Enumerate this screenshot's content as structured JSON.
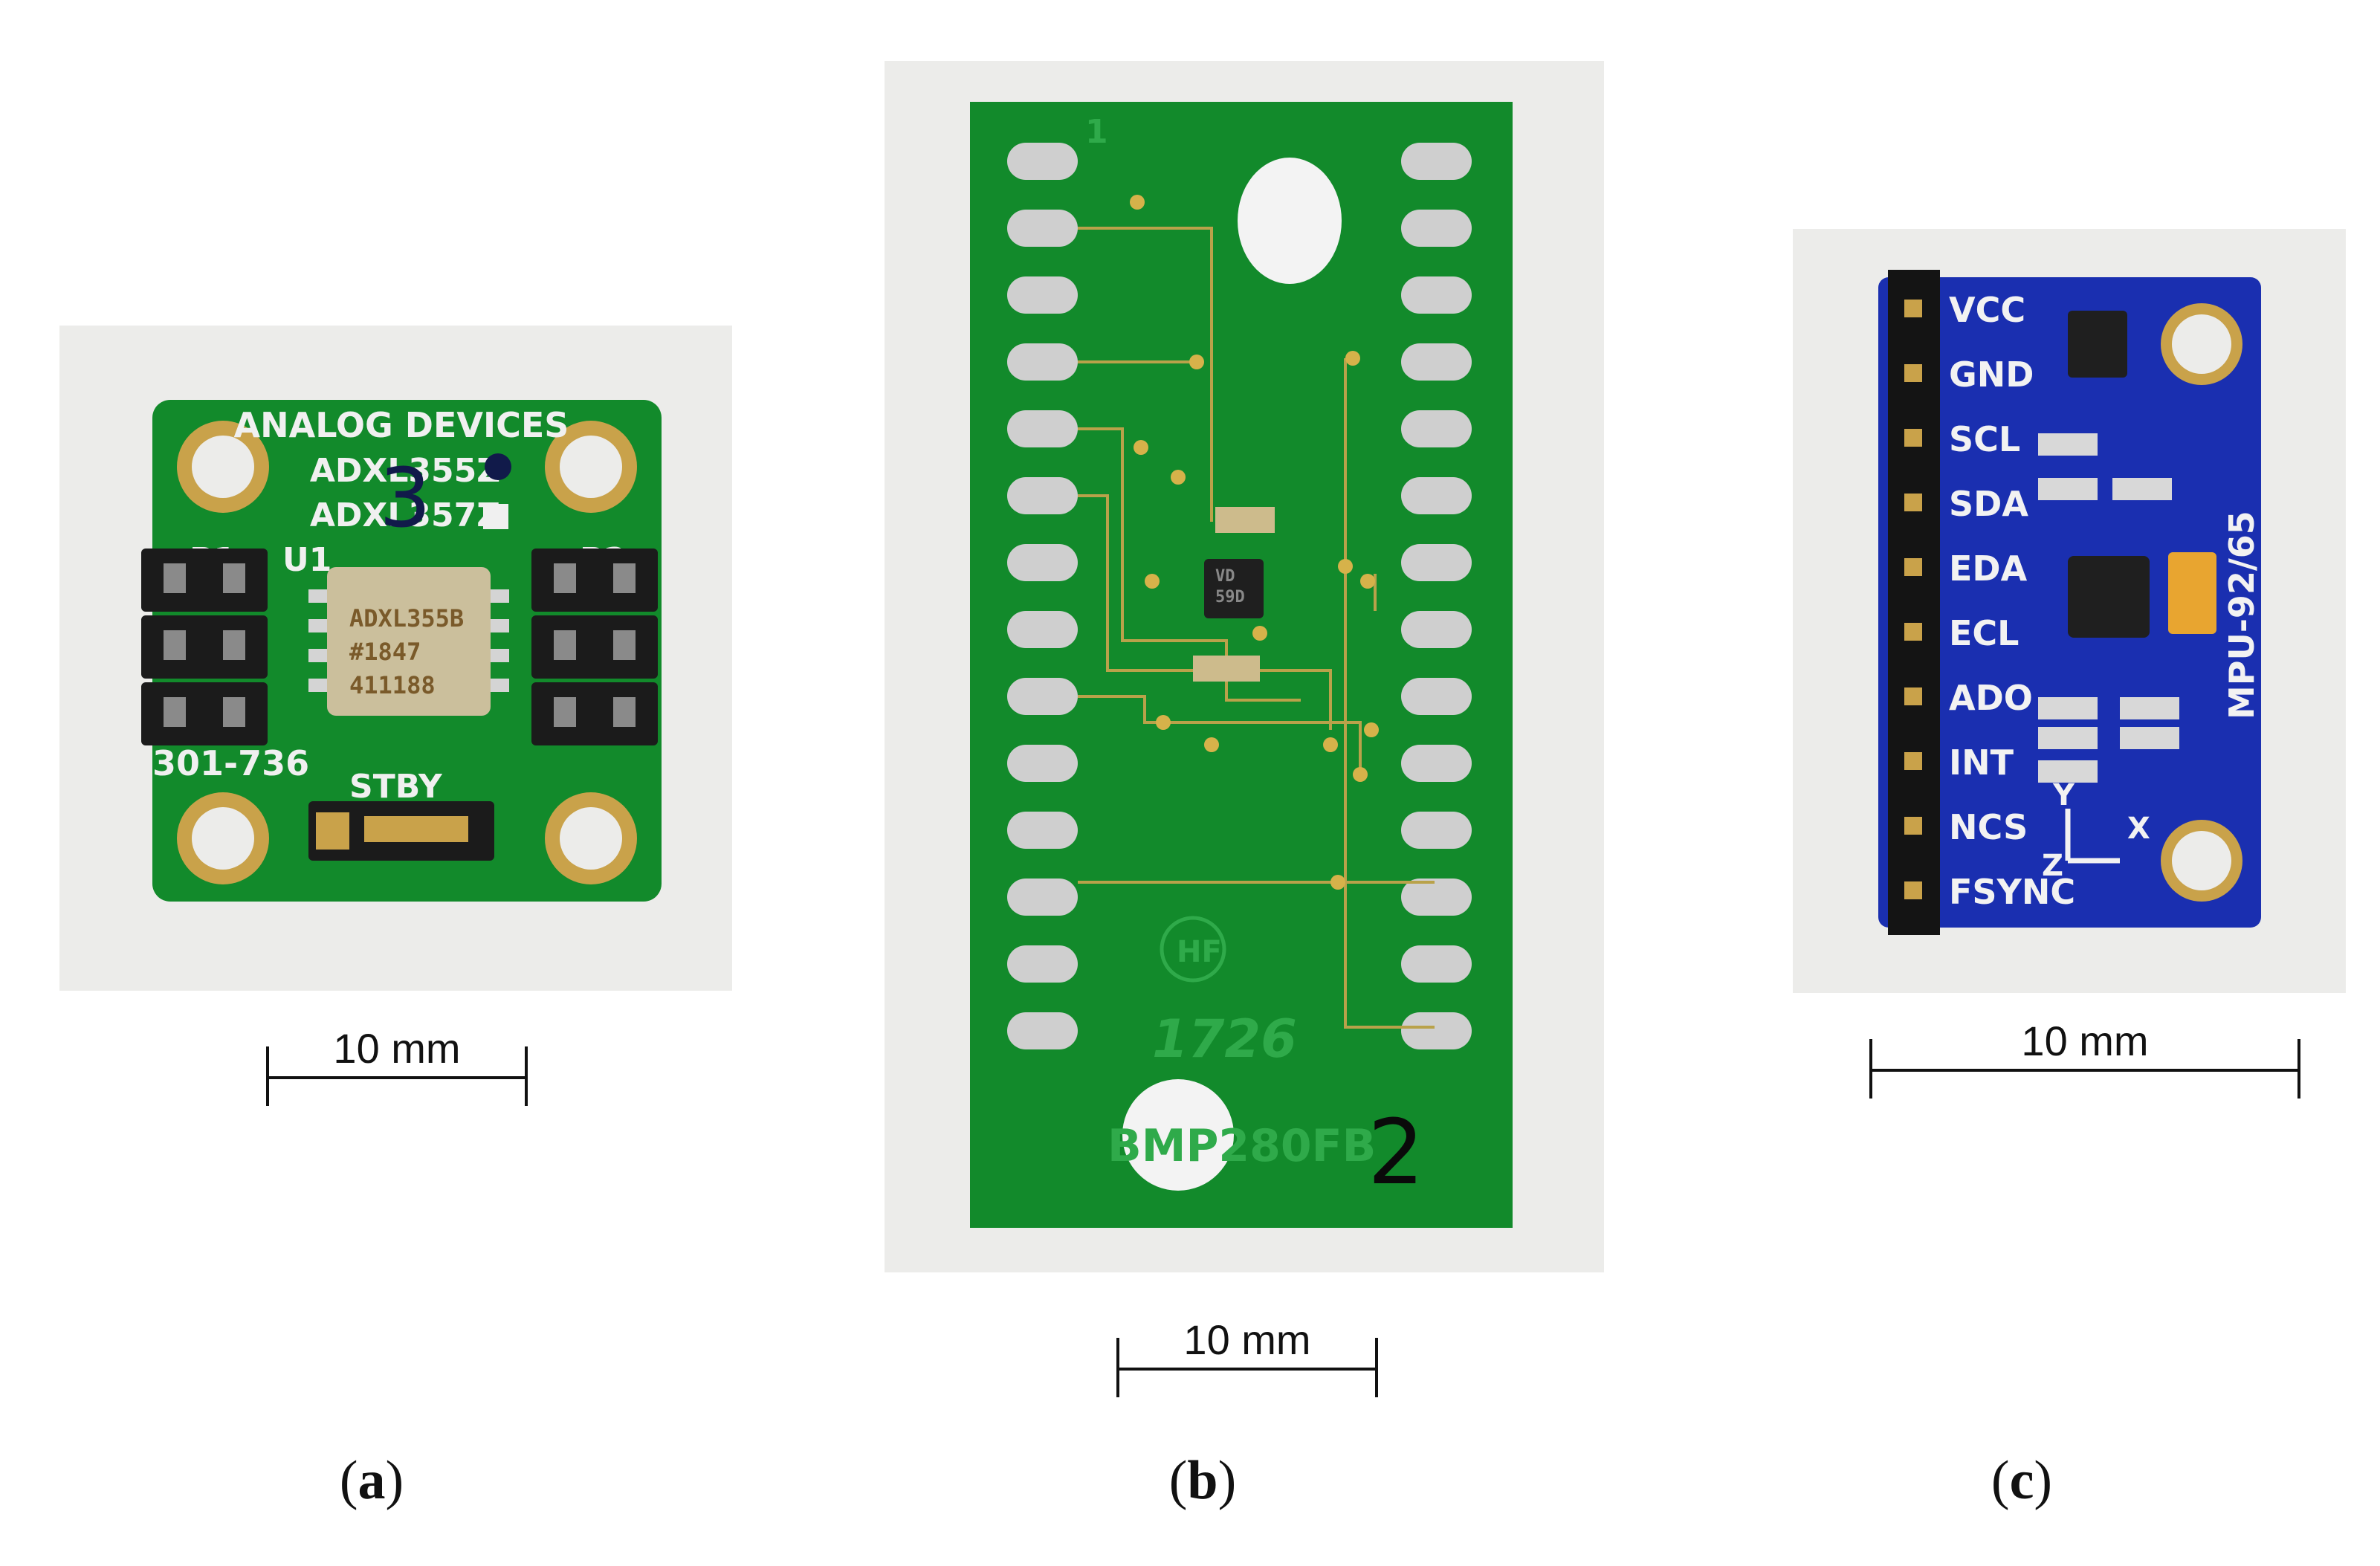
{
  "panels": [
    {
      "label_open": "(",
      "label_letter": "a",
      "label_close": ")",
      "scale_text": "10 mm",
      "board": {
        "brand": "ANALOG DEVICES",
        "part1": "ADXL355Z",
        "part2": "ADXL357Z",
        "handwritten_mark": "3",
        "left_header": "P1",
        "right_header": "P2",
        "chip_ref": "U1",
        "chip_line1": "ADXL355B",
        "chip_line2": "#1847",
        "chip_line3": "411188",
        "board_code": "301-736",
        "jumper_label": "STBY"
      }
    },
    {
      "label_open": "(",
      "label_letter": "b",
      "label_close": ")",
      "scale_text": "10 mm",
      "board": {
        "pin1": "1",
        "chip_mark1": "VD",
        "chip_mark2": "59D",
        "logo": "HF",
        "date_code": "1726",
        "part_code": "BMP280FB",
        "handwritten_mark": "2"
      }
    },
    {
      "label_open": "(",
      "label_letter": "c",
      "label_close": ")",
      "scale_text": "10 mm",
      "board": {
        "pins": [
          "VCC",
          "GND",
          "SCL",
          "SDA",
          "EDA",
          "ECL",
          "ADO",
          "INT",
          "NCS",
          "FSYNC"
        ],
        "model": "MPU-92/65",
        "axis_y": "Y",
        "axis_x": "X",
        "axis_z": "Z"
      }
    }
  ],
  "colors": {
    "green_pcb": "#128a2b",
    "blue_pcb": "#1a2fb0",
    "gold": "#c9a24a",
    "background": "#ececea"
  }
}
